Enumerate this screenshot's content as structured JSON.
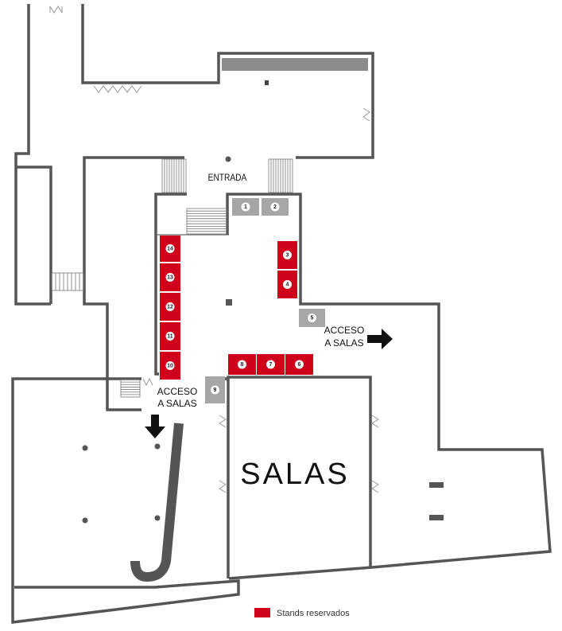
{
  "labels": {
    "entrance": "ENTRADA",
    "access_right_line1": "ACCESO",
    "access_right_line2": "A SALAS",
    "access_left_line1": "ACCESO",
    "access_left_line2": "A SALAS",
    "halls": "SALAS"
  },
  "legend": {
    "label": "Stands reservados",
    "color": "#d0021b"
  },
  "colors": {
    "reserved": "#d0021b",
    "available": "#a6a6a6",
    "wall": "#555555"
  },
  "stands": [
    {
      "number": "1",
      "reserved": false
    },
    {
      "number": "2",
      "reserved": false
    },
    {
      "number": "3",
      "reserved": true
    },
    {
      "number": "4",
      "reserved": true
    },
    {
      "number": "5",
      "reserved": false
    },
    {
      "number": "6",
      "reserved": true
    },
    {
      "number": "7",
      "reserved": true
    },
    {
      "number": "8",
      "reserved": true
    },
    {
      "number": "9",
      "reserved": false
    },
    {
      "number": "10",
      "reserved": true
    },
    {
      "number": "11",
      "reserved": true
    },
    {
      "number": "12",
      "reserved": true
    },
    {
      "number": "13",
      "reserved": true
    },
    {
      "number": "14",
      "reserved": true
    }
  ]
}
